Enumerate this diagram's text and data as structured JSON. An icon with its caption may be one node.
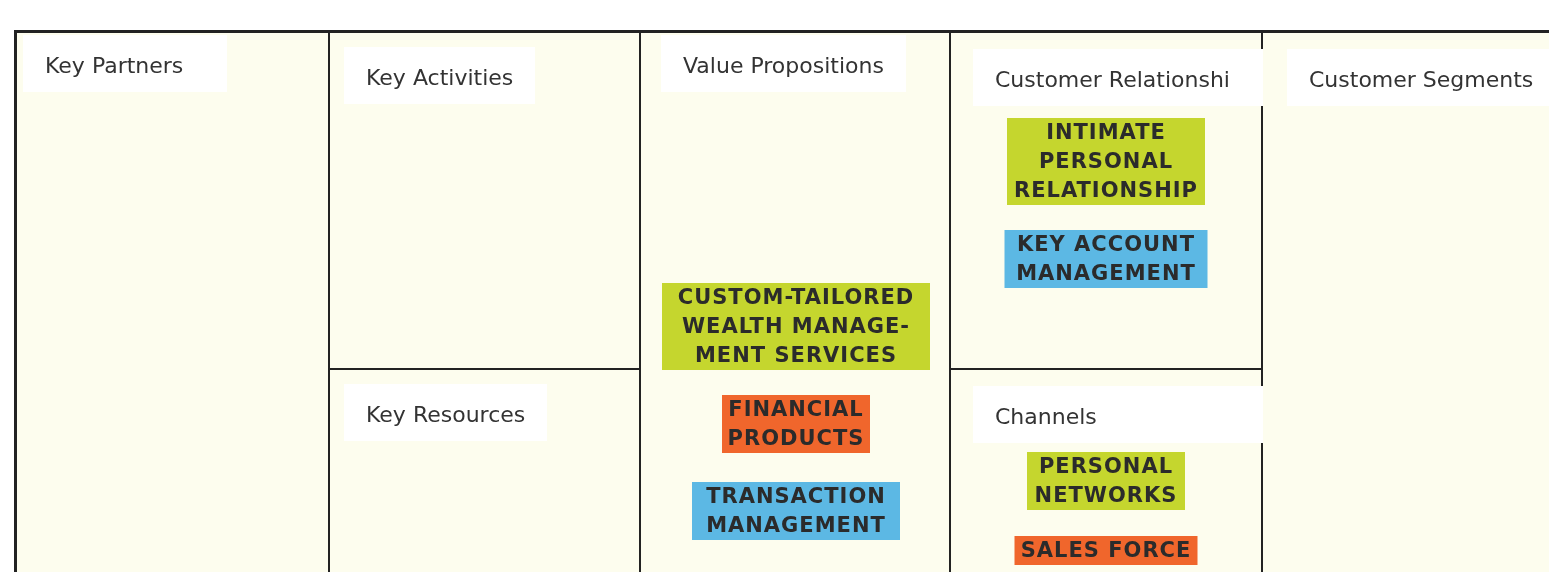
{
  "diagram": {
    "nodes": [
      {
        "text": [
          "Key Partners"
        ]
      },
      {
        "text": [
          "Key Activities"
        ]
      },
      {
        "text": [
          "Key Resources"
        ]
      },
      {
        "text": [
          "Value Propositions"
        ]
      },
      {
        "text": [
          "CUSTOM-TAILORED WEALTH MANAGE- MENT SERVICES"
        ],
        "in": 3
      },
      {
        "text": [
          "FINANCIAL PRODUCTS"
        ],
        "in": 3
      },
      {
        "text": [
          "TRANSACTION MANAGEMENT"
        ],
        "in": 3
      },
      {
        "text": [
          "Customer Relationshi"
        ]
      },
      {
        "text": [
          "INTIMATE PERSONAL RELATIONSHIP"
        ],
        "in": 7
      },
      {
        "text": [
          "KEY ACCOUNT MANAGEMENT"
        ],
        "in": 7
      },
      {
        "text": [
          "Channels"
        ]
      },
      {
        "text": [
          "PERSONAL NETWORKS"
        ],
        "in": 10
      },
      {
        "text": [
          "SALES FORCE"
        ],
        "in": 10
      },
      {
        "text": [
          "Customer Segments"
        ]
      }
    ],
    "edges": []
  }
}
